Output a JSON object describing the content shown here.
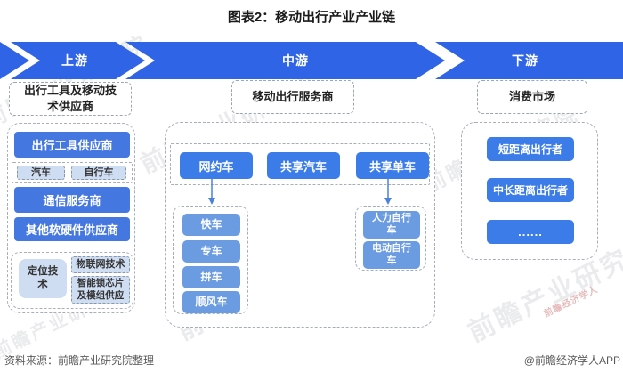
{
  "title": "图表2：移动出行产业产业链",
  "banner": {
    "upstream": "上游",
    "midstream": "中游",
    "downstream": "下游"
  },
  "upstream": {
    "header": "出行工具及移动技\n术供应商",
    "tool_supplier": "出行工具供应商",
    "car": "汽车",
    "bicycle": "自行车",
    "telecom": "通信服务商",
    "other_hw_sw": "其他软硬件供应商",
    "positioning": "定位技\n术",
    "iot": "物联网技术",
    "smart_lock": "智能锁芯片\n及模组供应"
  },
  "midstream": {
    "header": "移动出行服务商",
    "ride_hailing": "网约车",
    "car_sharing": "共享汽车",
    "bike_sharing": "共享单车",
    "express": "快车",
    "premium": "专车",
    "carpool": "拼车",
    "hitch": "顺风车",
    "manual_bike": "人力自行\n车",
    "electric_bike": "电动自行\n车"
  },
  "downstream": {
    "header": "消费市场",
    "short_distance": "短距离出行者",
    "mid_long_distance": "中长距离出行者",
    "others": "......"
  },
  "footer": {
    "source": "资料来源：前瞻产业研究院整理",
    "credit": "@前瞻经济学人APP"
  },
  "watermark": {
    "text": "前瞻产业研究院",
    "accent": "前瞻经济学人"
  },
  "colors": {
    "banner_blue": "#2f64e7",
    "bright_blue": "#3b7ce9",
    "deep_blue": "#4577e0",
    "medium_blue": "#6b9be0",
    "light_blue": "#cfddf3",
    "text_gray": "#5a5a5a"
  }
}
